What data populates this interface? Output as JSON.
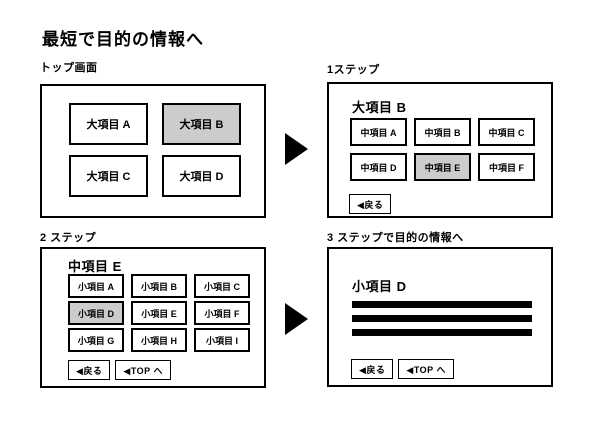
{
  "colors": {
    "highlight_bg": "#cccccc",
    "border": "#000000",
    "background": "#ffffff"
  },
  "page": {
    "title": "最短で目的の情報へ"
  },
  "arrows": {
    "icon": "right-triangle"
  },
  "panels": {
    "top": {
      "label": "トップ画面",
      "buttons": [
        {
          "label": "大項目 A",
          "highlighted": false
        },
        {
          "label": "大項目 B",
          "highlighted": true
        },
        {
          "label": "大項目 C",
          "highlighted": false
        },
        {
          "label": "大項目 D",
          "highlighted": false
        }
      ]
    },
    "step1": {
      "label": "1ステップ",
      "heading": "大項目 B",
      "buttons": [
        {
          "label": "中項目 A",
          "highlighted": false
        },
        {
          "label": "中項目 B",
          "highlighted": false
        },
        {
          "label": "中項目 C",
          "highlighted": false
        },
        {
          "label": "中項目 D",
          "highlighted": false
        },
        {
          "label": "中項目 E",
          "highlighted": true
        },
        {
          "label": "中項目 F",
          "highlighted": false
        }
      ],
      "back_button": "◀戻る"
    },
    "step2": {
      "label": "2 ステップ",
      "heading": "中項目 E",
      "buttons": [
        {
          "label": "小項目 A",
          "highlighted": false
        },
        {
          "label": "小項目 B",
          "highlighted": false
        },
        {
          "label": "小項目 C",
          "highlighted": false
        },
        {
          "label": "小項目 D",
          "highlighted": true
        },
        {
          "label": "小項目 E",
          "highlighted": false
        },
        {
          "label": "小項目 F",
          "highlighted": false
        },
        {
          "label": "小項目 G",
          "highlighted": false
        },
        {
          "label": "小項目 H",
          "highlighted": false
        },
        {
          "label": "小項目 I",
          "highlighted": false
        }
      ],
      "back_button": "◀戻る",
      "top_button": "◀TOP へ"
    },
    "step3": {
      "label": "3 ステップで目的の情報へ",
      "heading": "小項目 D",
      "content_lines": 3,
      "back_button": "◀戻る",
      "top_button": "◀TOP へ"
    }
  }
}
